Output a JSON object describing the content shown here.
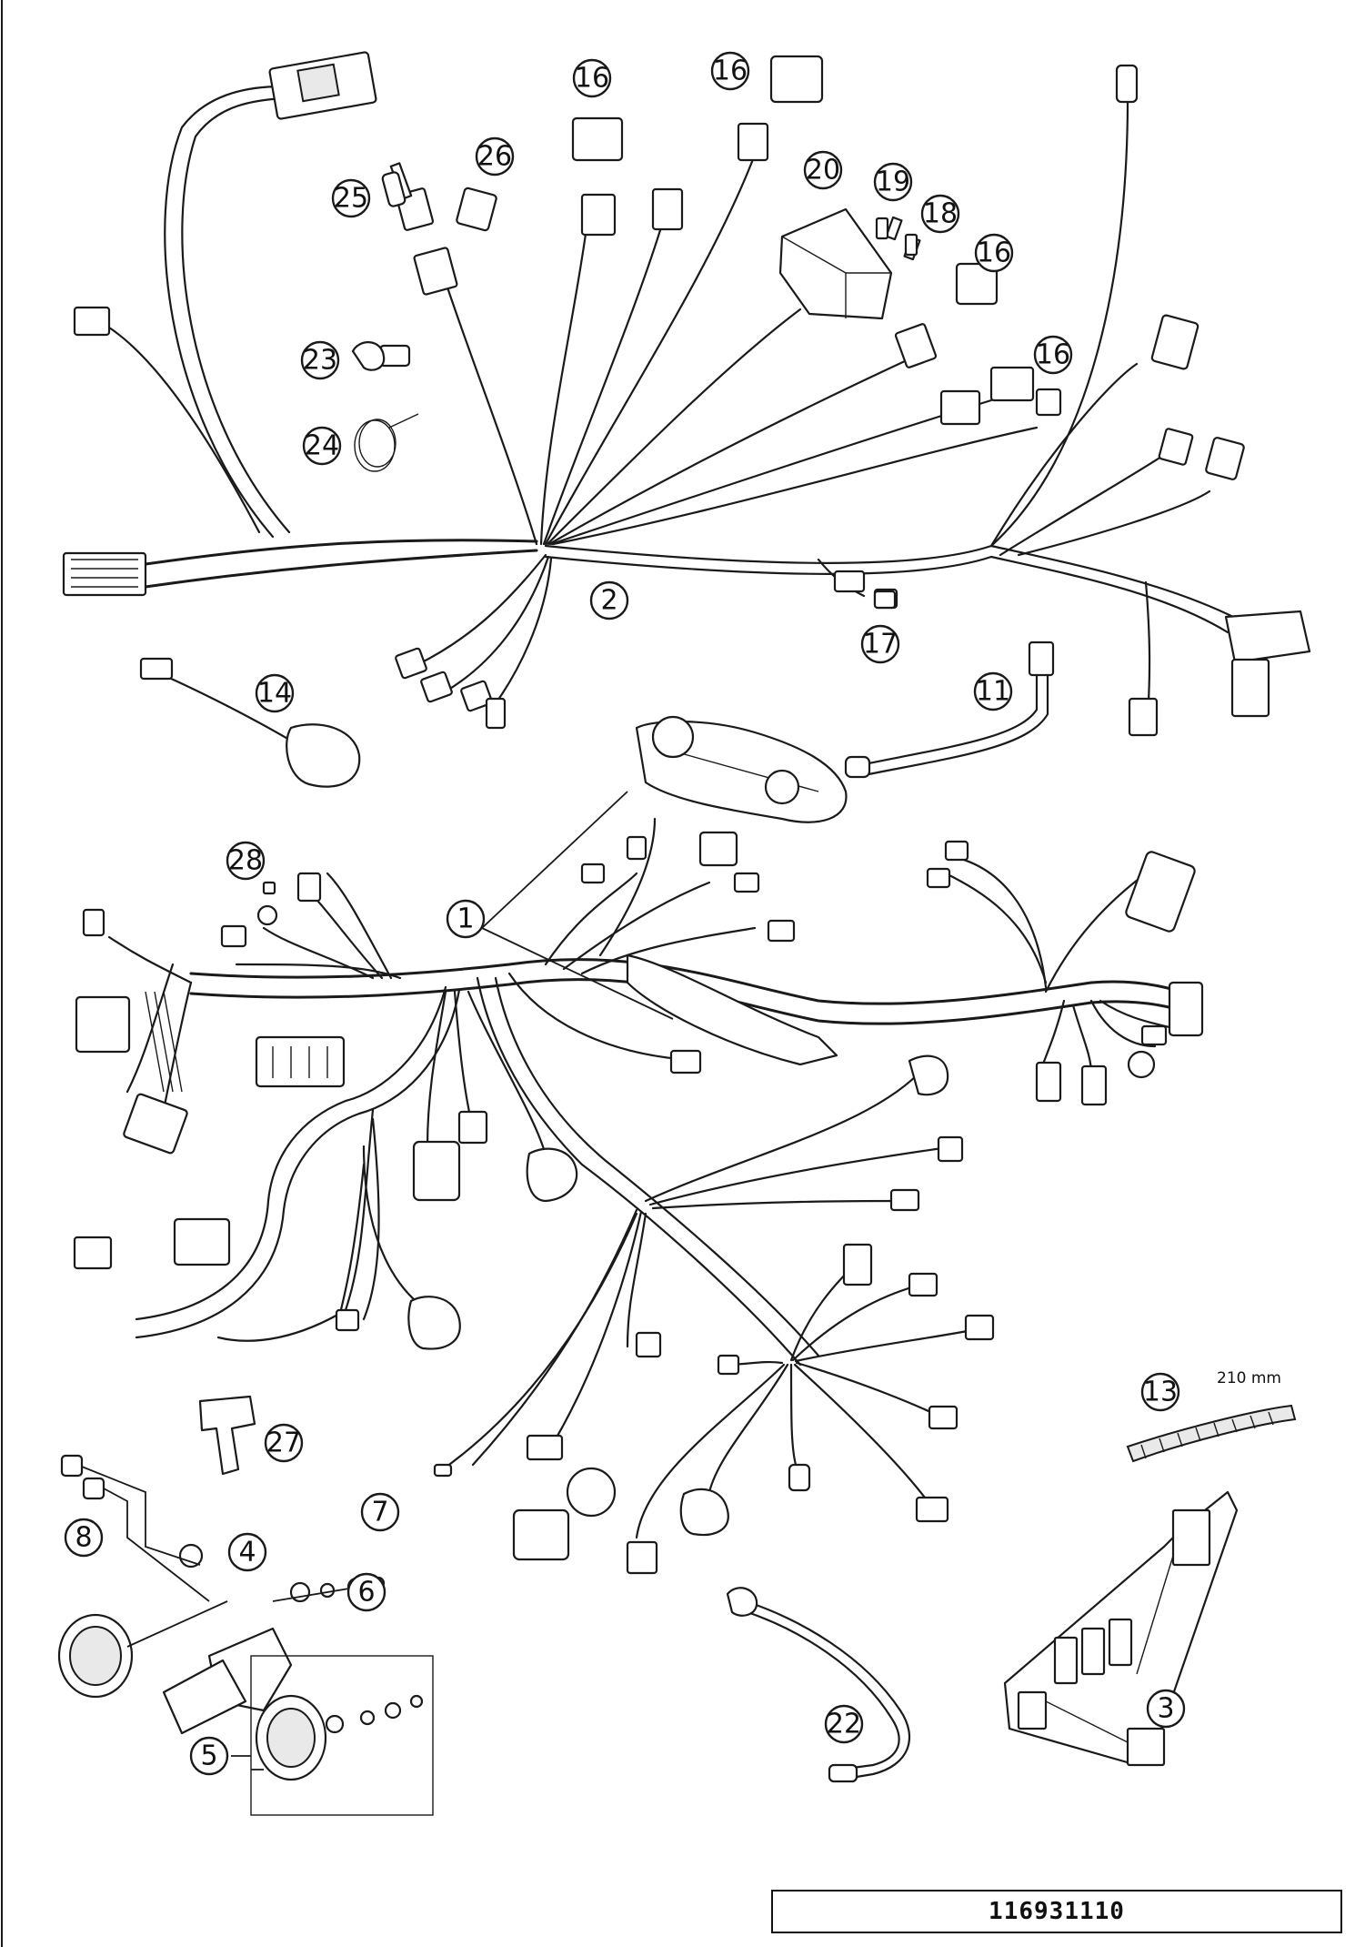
{
  "diagram": {
    "drawing_number": "116931110",
    "measure_label": "210 mm",
    "callouts": [
      {
        "id": "c1",
        "label": "1"
      },
      {
        "id": "c2",
        "label": "2"
      },
      {
        "id": "c3",
        "label": "3"
      },
      {
        "id": "c4",
        "label": "4"
      },
      {
        "id": "c5",
        "label": "5"
      },
      {
        "id": "c6",
        "label": "6"
      },
      {
        "id": "c7",
        "label": "7"
      },
      {
        "id": "c8",
        "label": "8"
      },
      {
        "id": "c11",
        "label": "11"
      },
      {
        "id": "c13",
        "label": "13"
      },
      {
        "id": "c14",
        "label": "14"
      },
      {
        "id": "c16a",
        "label": "16"
      },
      {
        "id": "c16b",
        "label": "16"
      },
      {
        "id": "c16c",
        "label": "16"
      },
      {
        "id": "c16d",
        "label": "16"
      },
      {
        "id": "c17",
        "label": "17"
      },
      {
        "id": "c18",
        "label": "18"
      },
      {
        "id": "c19",
        "label": "19"
      },
      {
        "id": "c20",
        "label": "20"
      },
      {
        "id": "c22",
        "label": "22"
      },
      {
        "id": "c23",
        "label": "23"
      },
      {
        "id": "c24",
        "label": "24"
      },
      {
        "id": "c25",
        "label": "25"
      },
      {
        "id": "c26",
        "label": "26"
      },
      {
        "id": "c27",
        "label": "27"
      },
      {
        "id": "c28",
        "label": "28"
      }
    ]
  }
}
